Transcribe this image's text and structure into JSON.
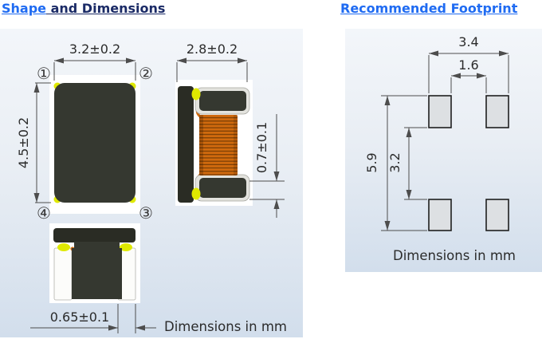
{
  "titles": {
    "shape": {
      "part1": "Shape",
      "part2": " and Dimensions"
    },
    "footprint": "Recommended Footprint"
  },
  "shape_panel": {
    "dim_top_width": "3.2±0.2",
    "dim_height": "4.5±0.2",
    "dim_side_width": "2.8±0.2",
    "dim_terminal_height": "0.7±0.1",
    "dim_terminal_width": "0.65±0.1",
    "corner_marks": {
      "c1": "①",
      "c2": "②",
      "c3": "③",
      "c4": "④"
    },
    "units_note": "Dimensions in mm"
  },
  "footprint_panel": {
    "dim_outer_width": "3.4",
    "dim_inner_width": "1.6",
    "dim_outer_height": "5.9",
    "dim_inner_height": "3.2",
    "units_note": "Dimensions in mm"
  },
  "colors": {
    "title-blue": "#1f6bf2",
    "title-dark": "#1a2a66",
    "body-dark": "#353830",
    "flange-dark": "#2a2c24",
    "coil-orange": "#d06a0e",
    "coil-stripe": "#7e4005",
    "terminal-yellow": "#dfe900",
    "pad-fill": "#dde0e3",
    "pad-border": "#1f1f1f",
    "dim-line": "#4d4d4d",
    "dim-text": "#2b2b2b",
    "panel-top": "#f3f6fa",
    "panel-mid": "#e9eef4",
    "panel-bottom": "#d2deec"
  }
}
